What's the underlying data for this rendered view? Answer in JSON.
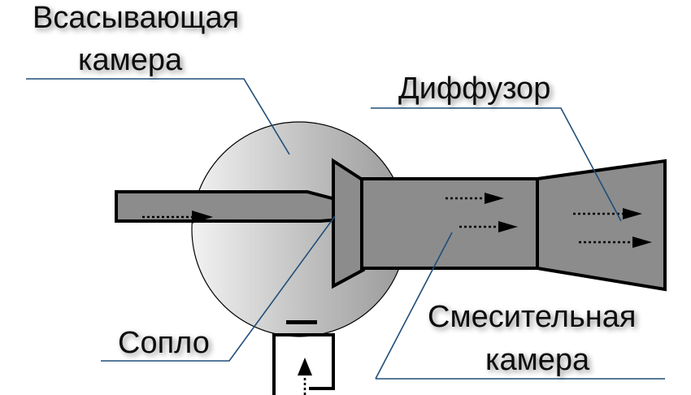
{
  "labels": {
    "suction_chamber_line1": "Всасывающая",
    "suction_chamber_line2": "камера",
    "diffuser": "Диффузор",
    "nozzle": "Сопло",
    "mixing_chamber_line1": "Смесительная",
    "mixing_chamber_line2": "камера"
  },
  "colors": {
    "part_fill": "#8c8c8c",
    "chamber_light": "#f0f0f0",
    "chamber_dark": "#9a9a9a",
    "leader_line": "#1f4e79",
    "outline": "#000000"
  }
}
